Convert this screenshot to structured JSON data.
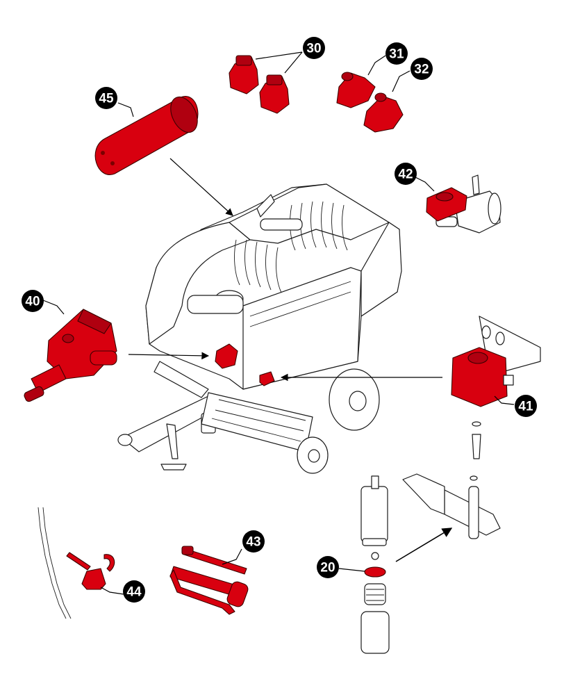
{
  "colors": {
    "part_fill": "#d8000f",
    "part_fill_dark": "#9c0008",
    "callout_fill": "#000000",
    "callout_text": "#ffffff",
    "line": "#1a1a1a",
    "background": "#ffffff"
  },
  "callouts": {
    "c20": "20",
    "c30": "30",
    "c31": "31",
    "c32": "32",
    "c40": "40",
    "c41": "41",
    "c42": "42",
    "c43": "43",
    "c44": "44",
    "c45": "45"
  },
  "parts": {
    "p20": "o-ring-seal",
    "p30": "hydraulic-coupler-pair",
    "p31": "coupler-valve",
    "p32": "coupler-valve-alt",
    "p40": "gearbox",
    "p41": "fluid-reservoir",
    "p42": "master-cylinder-reservoir",
    "p43": "grease-gun",
    "p44": "oil-can",
    "p45": "cylindrical-tank"
  }
}
